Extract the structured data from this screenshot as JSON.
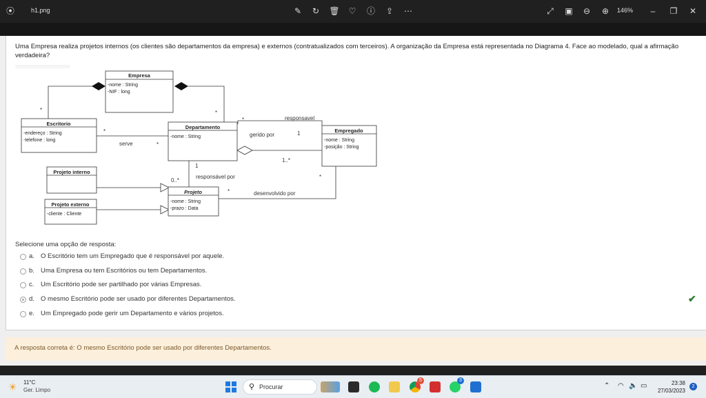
{
  "titlebar": {
    "file_name": "h1.png",
    "zoom": "146%"
  },
  "question": {
    "text": "Uma Empresa realiza projetos internos (os clientes são departamentos da empresa) e externos (contratualizados com terceiros). A organização da Empresa está representada no Diagrama 4. Face ao modelado, qual a afirmação verdadeira?",
    "select_prompt": "Selecione uma opção de resposta:",
    "options": [
      {
        "letter": "a.",
        "text": "O Escritório tem um Empregado que é responsável por aquele.",
        "selected": false
      },
      {
        "letter": "b.",
        "text": "Uma Empresa ou tem Escritórios ou tem Departamentos.",
        "selected": false
      },
      {
        "letter": "c.",
        "text": "Um Escritório pode ser partilhado por várias Empresas.",
        "selected": false
      },
      {
        "letter": "d.",
        "text": "O mesmo Escritório pode ser usado por diferentes Departamentos.",
        "selected": true
      },
      {
        "letter": "e.",
        "text": "Um Empregado pode gerir um Departamento e vários projetos.",
        "selected": false
      }
    ],
    "feedback": "A resposta correta é: O mesmo Escritório pode ser usado por diferentes Departamentos."
  },
  "diagram": {
    "classes": {
      "empresa": {
        "name": "Empresa",
        "attrs": [
          "-nome : String",
          "-NIF : long"
        ]
      },
      "escritorio": {
        "name": "Escritorio",
        "attrs": [
          "-endereço : String",
          "-telefone : long"
        ]
      },
      "departamento": {
        "name": "Departamento",
        "attrs": [
          "-nome : String"
        ]
      },
      "empregado": {
        "name": "Empregado",
        "attrs": [
          "-nome : String",
          "-posição : String"
        ]
      },
      "projeto_interno": {
        "name": "Projeto interno",
        "attrs": []
      },
      "projeto_externo": {
        "name": "Projeto externo",
        "attrs": [
          "-cliente : Cliente"
        ]
      },
      "projeto": {
        "name": "Projeto",
        "attrs": [
          "-nome : String",
          "-prazo : Data"
        ]
      }
    },
    "labels": {
      "responsavel": "responsavel",
      "gerido_por": "gerido por",
      "serve": "serve",
      "responsavel_por": "responsável por",
      "desenvolvido_por": "desenvolvido por"
    },
    "multiplicities": {
      "star": "*",
      "one": "1",
      "one_many": "1..*",
      "zero_many": "0..*"
    }
  },
  "taskbar": {
    "temperature": "11°C",
    "condition": "Ger. Limpo",
    "search_placeholder": "Procurar",
    "time": "23:38",
    "date": "27/03/2023",
    "notification_count": "2",
    "chrome_badge": "5",
    "whatsapp_badge": "3"
  },
  "colors": {
    "feedback_bg": "#fcefdc",
    "check": "#2e7d32",
    "accent": "#1f7ae0"
  }
}
